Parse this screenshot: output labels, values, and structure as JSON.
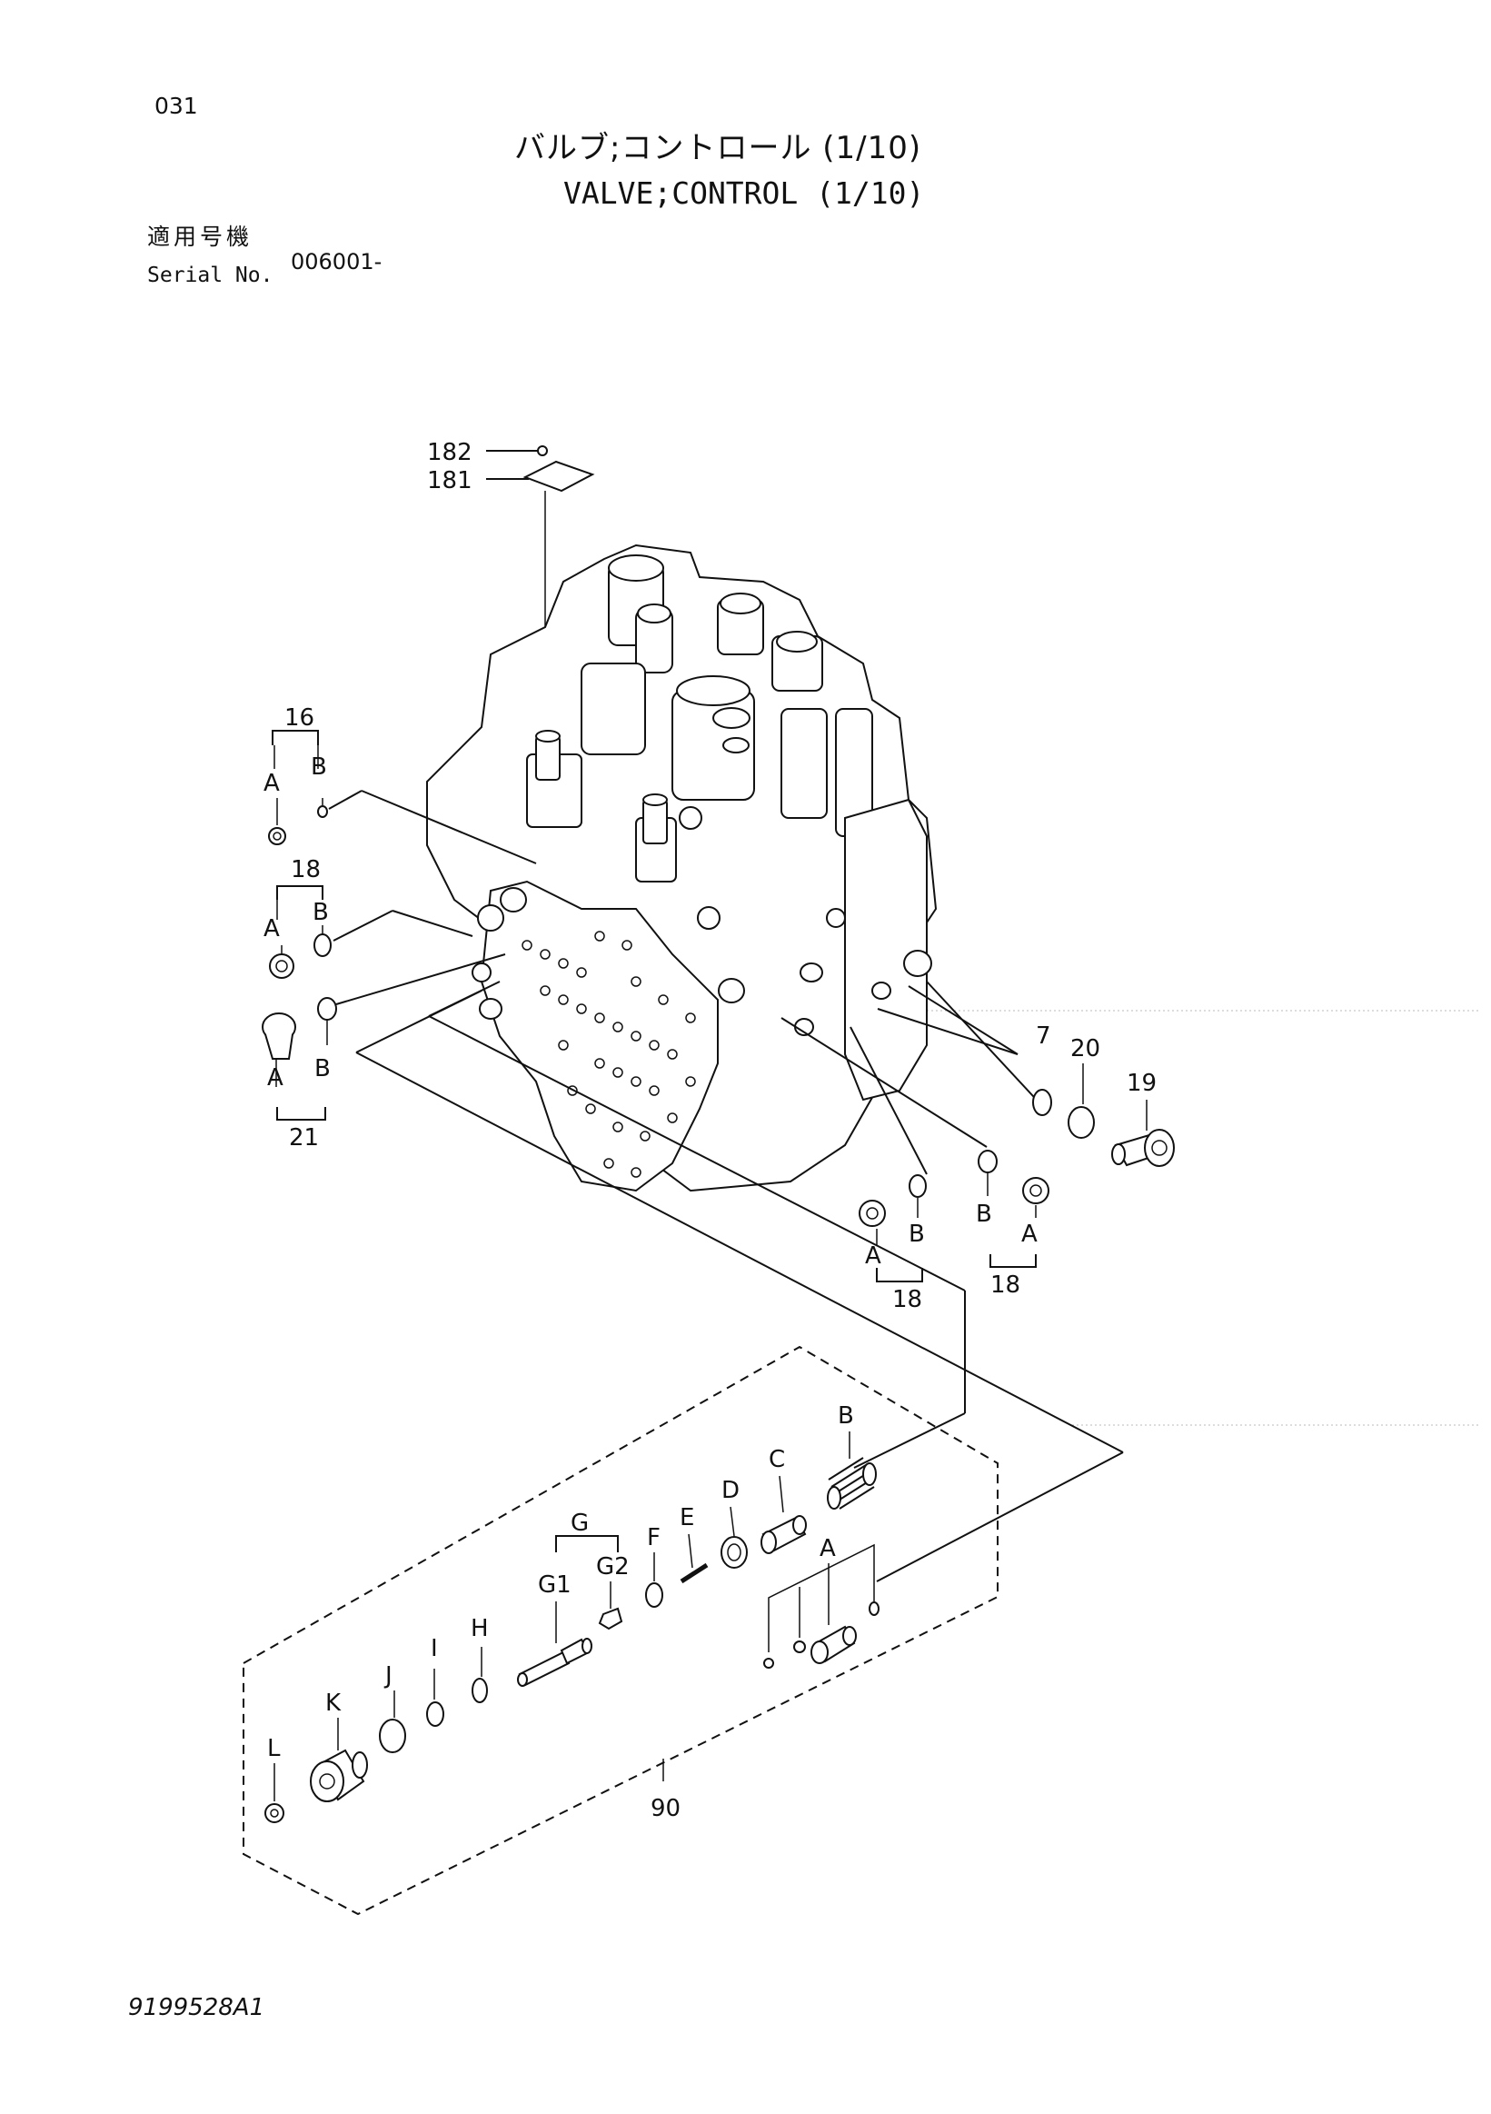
{
  "header": {
    "page_number": "031",
    "title_jp": "バルブ;コントロール (1/10)",
    "title_en": "VALVE;CONTROL (1/10)",
    "serial_label_jp": "適用号機",
    "serial_label_en": "Serial No.",
    "serial_value": "006001-"
  },
  "callouts": {
    "p182": "182",
    "p181": "181",
    "p16": "16",
    "p18a": "18",
    "p21": "21",
    "p7": "7",
    "p20": "20",
    "p19": "19",
    "p18b": "18",
    "p18c": "18",
    "p90": "90",
    "a1": "A",
    "b1": "B",
    "a2": "A",
    "b2": "B",
    "a3": "A",
    "b3": "B",
    "a4": "A",
    "b4": "B",
    "a5": "A",
    "b5": "B",
    "kitB": "B",
    "kitC": "C",
    "kitD": "D",
    "kitE": "E",
    "kitF": "F",
    "kitG": "G",
    "kitG1": "G1",
    "kitG2": "G2",
    "kitH": "H",
    "kitI": "I",
    "kitJ": "J",
    "kitK": "K",
    "kitL": "L",
    "kitA": "A"
  },
  "footer": {
    "drawing_number": "9199528A1"
  }
}
